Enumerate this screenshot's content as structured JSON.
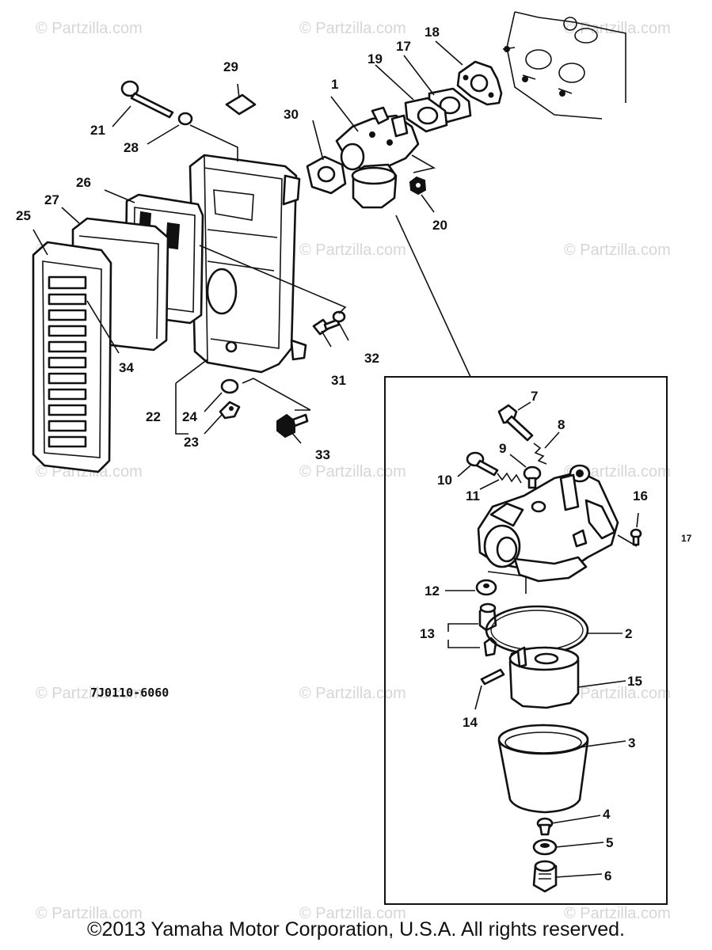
{
  "watermark": "© Partzilla.com",
  "diagram_code": "7J0110-6060",
  "copyright": "©2013 Yamaha Motor Corporation, U.S.A. All rights reserved.",
  "callouts": {
    "c1": "1",
    "c2": "2",
    "c3": "3",
    "c4": "4",
    "c5": "5",
    "c6": "6",
    "c7": "7",
    "c8": "8",
    "c9": "9",
    "c10": "10",
    "c11": "11",
    "c12": "12",
    "c13": "13",
    "c14": "14",
    "c15": "15",
    "c16": "16",
    "c17": "17",
    "c18": "18",
    "c19": "19",
    "c20": "20",
    "c21": "21",
    "c22": "22",
    "c23": "23",
    "c24": "24",
    "c25": "25",
    "c26": "26",
    "c27": "27",
    "c28": "28",
    "c29": "29",
    "c30": "30",
    "c31": "31",
    "c32": "32",
    "c33": "33",
    "c34": "34",
    "c17b": "17"
  }
}
